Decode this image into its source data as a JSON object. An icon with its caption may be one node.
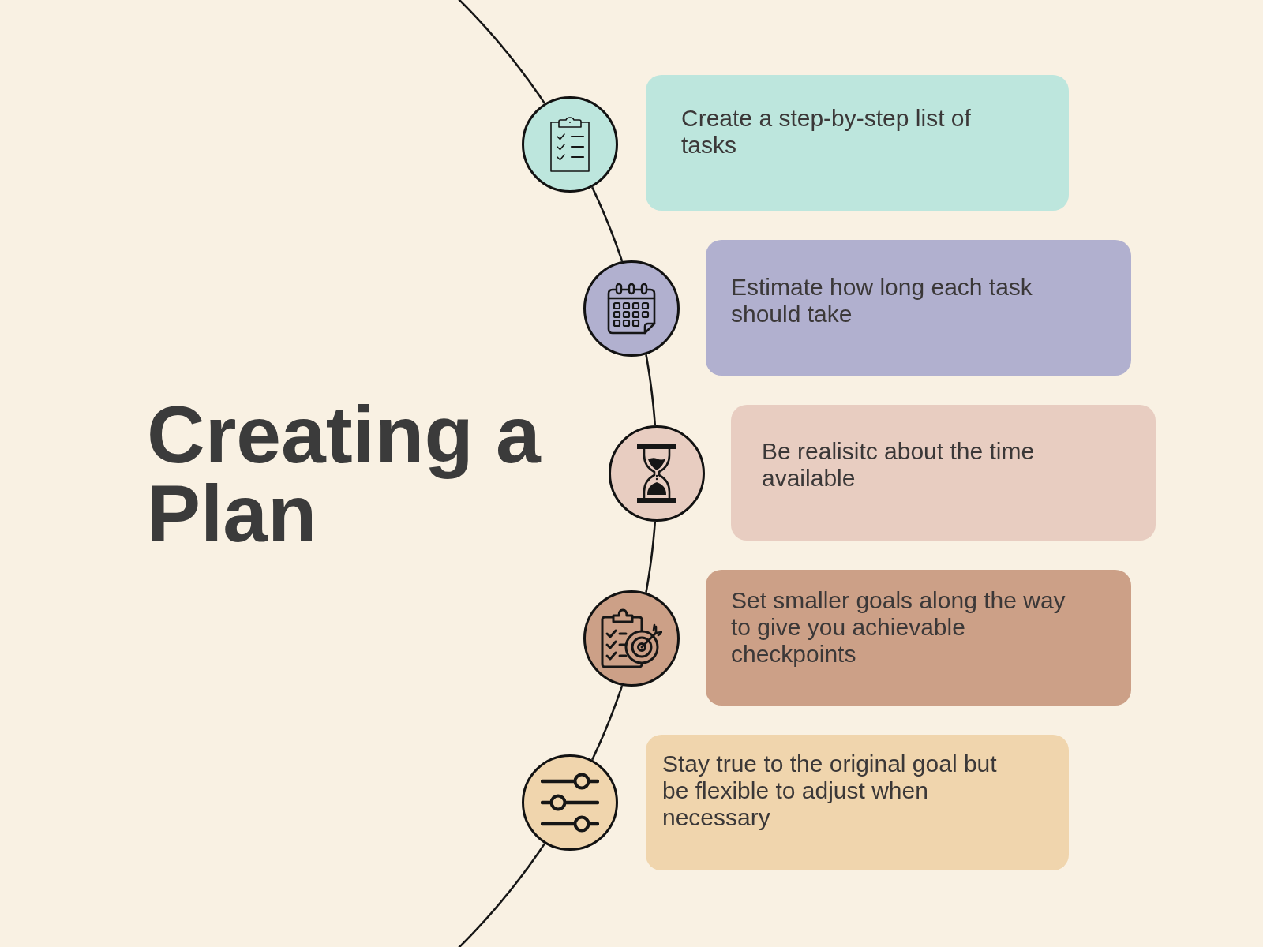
{
  "diagram": {
    "title": "Creating a Plan",
    "nodes": [
      {
        "text": [],
        "shape": "circle"
      },
      {
        "text": [
          "Create a step-by-step list of tasks"
        ]
      },
      {
        "text": [],
        "shape": "circle"
      },
      {
        "text": [
          "Estimate how long each task should take"
        ]
      },
      {
        "text": [],
        "shape": "circle"
      },
      {
        "text": [
          "Be realisitc about the time available"
        ]
      },
      {
        "text": [],
        "shape": "circle"
      },
      {
        "text": [
          "Set smaller goals along the way to give you achievable checkpoints"
        ]
      },
      {
        "text": [],
        "shape": "circle"
      },
      {
        "text": [
          "Stay true to the original goal but be flexible to adjust when necessary"
        ]
      }
    ],
    "edges": [
      {
        "from": null,
        "to": 0,
        "arrow": "none"
      },
      {
        "from": 0,
        "to": 2,
        "arrow": "none"
      },
      {
        "from": 2,
        "to": 4,
        "arrow": "none"
      },
      {
        "from": 4,
        "to": 6,
        "arrow": "none"
      },
      {
        "from": 6,
        "to": 8,
        "arrow": "none"
      },
      {
        "from": 8,
        "to": null,
        "arrow": "none"
      }
    ]
  }
}
